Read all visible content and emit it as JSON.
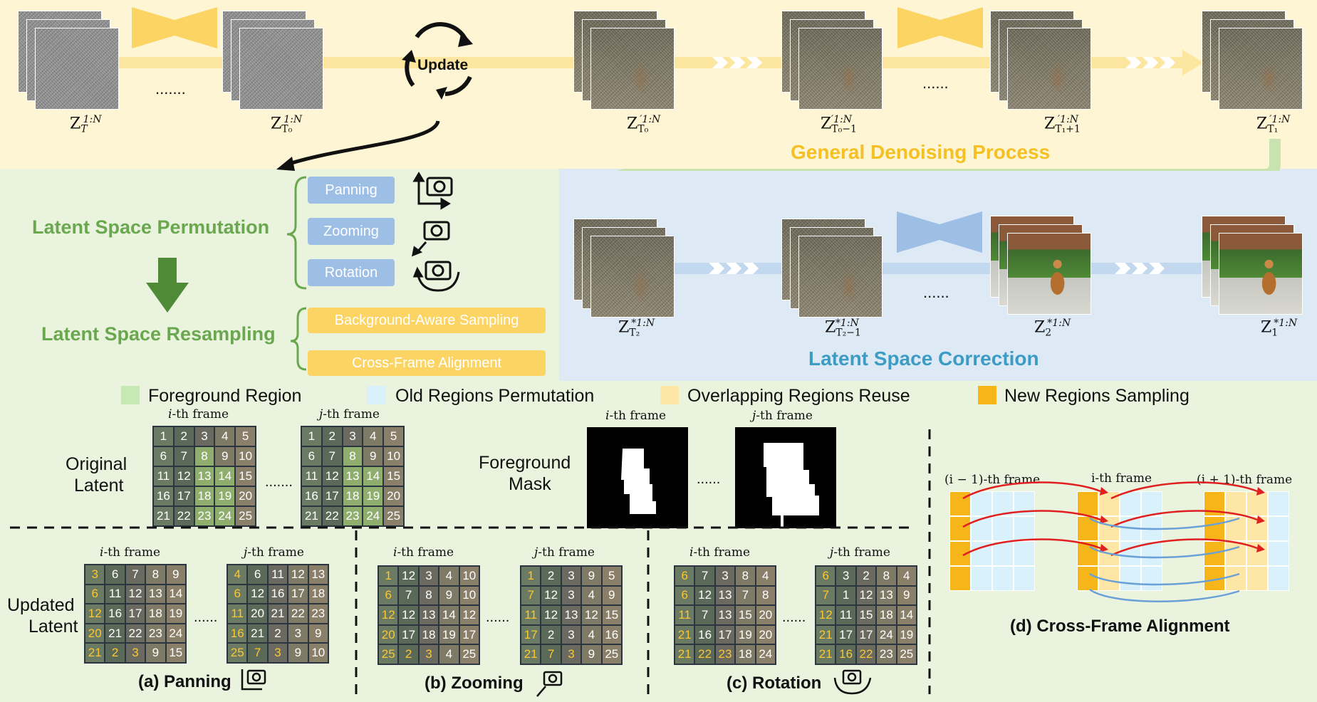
{
  "colors": {
    "top_bg": "#fdf5d3",
    "green_bg": "#eaf3dd",
    "blue_bg": "#dde9f4",
    "yellow_accent": "#fbd66a",
    "green_text": "#6aa84f",
    "blue_text": "#3d9cc4",
    "pill_blue": "#9dbfe6",
    "pill_yellow": "#fcd463"
  },
  "top": {
    "zT_base": "Z",
    "zT_sub": "T",
    "zT_sup": "1:N",
    "zT0_base": "Z",
    "zT0_sub": "T₀",
    "zT0_sup": "1:N",
    "zT0p_base": "Z",
    "zT0p_sub": "T₀",
    "zT0p_sup": "′1:N",
    "zT0m1_base": "Z",
    "zT0m1_sub": "T₀−1",
    "zT0m1_sup": "′1:N",
    "zT1p1_base": "Z",
    "zT1p1_sub": "T₁+1",
    "zT1p1_sup": "′1:N",
    "zT1p_base": "Z",
    "zT1p_sub": "T₁",
    "zT1p_sup": "′1:N",
    "dots1": ".......",
    "dots2": "......",
    "update": "Update",
    "process_title": "General Denoising Process"
  },
  "left": {
    "permutation_title": "Latent Space Permutation",
    "resampling_title": "Latent Space Resampling",
    "panning": "Panning",
    "zooming": "Zooming",
    "rotation": "Rotation",
    "bg_sampling": "Background-Aware Sampling",
    "cf_alignment": "Cross-Frame Alignment"
  },
  "right": {
    "zT2_base": "Z",
    "zT2_sub": "T₂",
    "zT2_sup": "*1:N",
    "zT2m1_base": "Z",
    "zT2m1_sub": "T₂−1",
    "zT2m1_sup": "*1:N",
    "z2_base": "Z",
    "z2_sub": "2",
    "z2_sup": "*1:N",
    "z1_base": "Z",
    "z1_sub": "1",
    "z1_sup": "*1:N",
    "dots": "......",
    "correction_title": "Latent Space Correction"
  },
  "legend": [
    {
      "label": "Foreground Region",
      "color": "#c6e9b4"
    },
    {
      "label": "Old Regions Permutation",
      "color": "#d9f1fa"
    },
    {
      "label": "Overlapping Regions Reuse",
      "color": "#fde6a6"
    },
    {
      "label": "New Regions Sampling",
      "color": "#f6b619"
    }
  ],
  "original": {
    "label1": "Original",
    "label2": "Latent",
    "frame_i": "-th frame",
    "frame_j": "-th frame",
    "i": "i",
    "j": "j",
    "dots": ".......",
    "grid": [
      "1",
      "2",
      "3",
      "4",
      "5",
      "6",
      "7",
      "8",
      "9",
      "10",
      "11",
      "12",
      "13",
      "14",
      "15",
      "16",
      "17",
      "18",
      "19",
      "20",
      "21",
      "22",
      "23",
      "24",
      "25"
    ]
  },
  "mask": {
    "label1": "Foreground",
    "label2": "Mask",
    "dots": "......"
  },
  "updated": {
    "label1": "Updated",
    "label2": "Latent",
    "panning_i": [
      "3",
      "6",
      "7",
      "8",
      "9",
      "6",
      "11",
      "12",
      "13",
      "14",
      "12",
      "16",
      "17",
      "18",
      "19",
      "20",
      "21",
      "22",
      "23",
      "24",
      "21",
      "2",
      "3",
      "9",
      "15"
    ],
    "panning_j": [
      "4",
      "6",
      "11",
      "12",
      "13",
      "6",
      "12",
      "16",
      "17",
      "18",
      "11",
      "20",
      "21",
      "22",
      "23",
      "16",
      "21",
      "2",
      "3",
      "9",
      "25",
      "7",
      "3",
      "9",
      "10"
    ],
    "zooming_i": [
      "1",
      "12",
      "3",
      "4",
      "10",
      "6",
      "7",
      "8",
      "9",
      "10",
      "12",
      "12",
      "13",
      "14",
      "12",
      "20",
      "17",
      "18",
      "19",
      "17",
      "25",
      "2",
      "3",
      "4",
      "25"
    ],
    "zooming_j": [
      "1",
      "2",
      "3",
      "9",
      "5",
      "7",
      "12",
      "3",
      "4",
      "9",
      "11",
      "12",
      "13",
      "12",
      "15",
      "17",
      "2",
      "3",
      "4",
      "16",
      "21",
      "7",
      "3",
      "9",
      "25"
    ],
    "rotation_i": [
      "6",
      "7",
      "3",
      "8",
      "4",
      "6",
      "12",
      "13",
      "7",
      "8",
      "11",
      "7",
      "13",
      "15",
      "20",
      "21",
      "16",
      "17",
      "19",
      "20",
      "21",
      "22",
      "23",
      "18",
      "24"
    ],
    "rotation_j": [
      "6",
      "3",
      "2",
      "8",
      "4",
      "7",
      "1",
      "12",
      "13",
      "9",
      "12",
      "11",
      "15",
      "18",
      "14",
      "21",
      "17",
      "17",
      "24",
      "19",
      "21",
      "16",
      "22",
      "23",
      "25"
    ],
    "dots": "......"
  },
  "captions": {
    "a": "(a) Panning",
    "b": "(b) Zooming",
    "c": "(c) Rotation",
    "d": "(d) Cross-Frame Alignment"
  },
  "cross_frame": {
    "f_prev": "(i − 1)-th frame",
    "f_cur": "i-th frame",
    "f_next": "(i + 1)-th frame"
  }
}
